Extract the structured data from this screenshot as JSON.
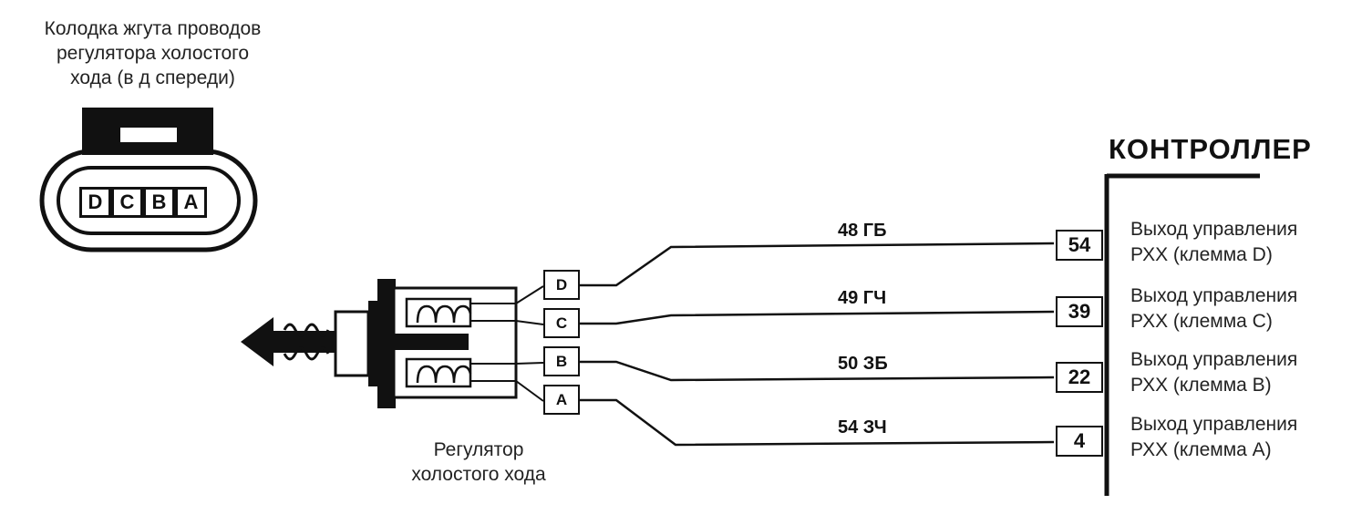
{
  "connector": {
    "caption_lines": [
      "Колодка жгута проводов",
      "регулятора холостого",
      "хода (в  д спереди)"
    ],
    "pins": [
      "D",
      "C",
      "B",
      "A"
    ]
  },
  "regulator": {
    "caption_lines": [
      "Регулятор",
      "холостого хода"
    ],
    "pins": [
      "D",
      "C",
      "B",
      "A"
    ]
  },
  "controller": {
    "title": "КОНТРОЛЛЕР",
    "terminals": [
      "54",
      "39",
      "22",
      "4"
    ],
    "outputs": [
      {
        "line1": "Выход управления",
        "line2": "РХХ (клемма D)"
      },
      {
        "line1": "Выход управления",
        "line2": "РХХ (клемма C)"
      },
      {
        "line1": "Выход управления",
        "line2": "РХХ (клемма B)"
      },
      {
        "line1": "Выход управления",
        "line2": "РХХ (клемма A)"
      }
    ]
  },
  "wires": [
    "48 ГБ",
    "49 ГЧ",
    "50 ЗБ",
    "54 ЗЧ"
  ]
}
